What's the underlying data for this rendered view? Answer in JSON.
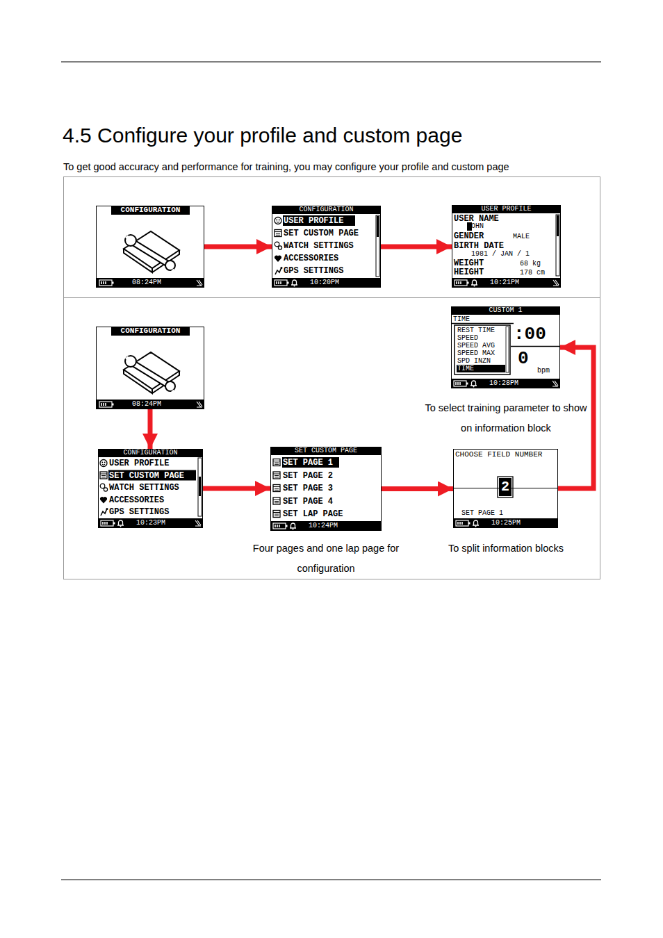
{
  "diagram": {
    "title": "4.5 Configure your profile and custom page",
    "nodes": [
      {
        "text": [
          "CONFIGURATION",
          "08:24PM"
        ]
      },
      {
        "text": [
          "CONFIGURATION",
          "USER PROFILE",
          "SET CUSTOM PAGE",
          "WATCH SETTINGS",
          "ACCESSORIES",
          "GPS SETTINGS",
          "10:20PM"
        ]
      },
      {
        "text": [
          "USER PROFILE",
          "USER NAME",
          "JOHN",
          "GENDER",
          "MALE",
          "BIRTH DATE",
          "1981 / JAN / 1",
          "WEIGHT",
          "68 kg",
          "HEIGHT",
          "178 cm",
          "10:21PM"
        ]
      },
      {
        "text": [
          "CONFIGURATION",
          "08:24PM"
        ]
      },
      {
        "text": [
          "CUSTOM 1",
          "TIME",
          "REST TIME",
          "SPEED",
          "SPEED AVG",
          "SPEED MAX",
          "SPD INZN",
          "TIME",
          ":00",
          "0",
          "bpm",
          "10:28PM"
        ]
      },
      {
        "text": [
          "CONFIGURATION",
          "USER PROFILE",
          "SET CUSTOM PAGE",
          "WATCH SETTINGS",
          "ACCESSORIES",
          "GPS SETTINGS",
          "10:23PM"
        ]
      },
      {
        "text": [
          "SET CUSTOM PAGE",
          "SET PAGE 1",
          "SET PAGE 2",
          "SET PAGE 3",
          "SET PAGE 4",
          "SET LAP PAGE",
          "10:24PM"
        ]
      },
      {
        "text": [
          "CHOOSE FIELD NUMBER",
          "2",
          "SET PAGE 1",
          "10:25PM"
        ]
      }
    ],
    "edges": [
      {
        "from": 0,
        "to": 1,
        "arrow": "to"
      },
      {
        "from": 1,
        "to": 2,
        "arrow": "to"
      },
      {
        "from": 3,
        "to": 5,
        "arrow": "to"
      },
      {
        "from": 5,
        "to": 6,
        "arrow": "to"
      },
      {
        "from": 6,
        "to": 7,
        "arrow": "to"
      },
      {
        "from": 7,
        "to": 4,
        "arrow": "to"
      }
    ],
    "labels": [
      "To get good accuracy and performance for training, you may configure your profile and custom page",
      "To select training parameter to show on information block",
      "Four pages and one lap page for configuration",
      "To split information blocks"
    ]
  }
}
